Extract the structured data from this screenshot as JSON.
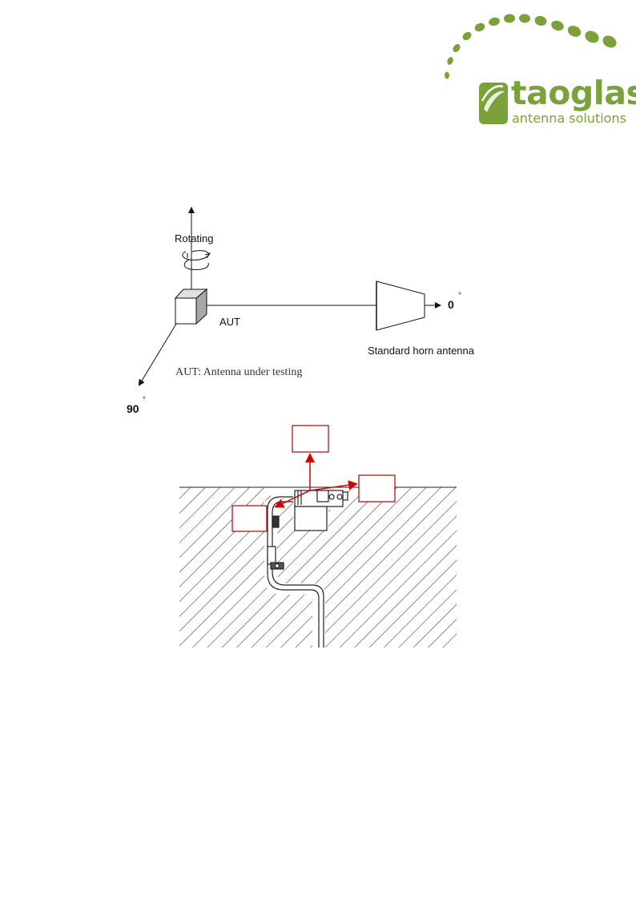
{
  "logo": {
    "word": "taoglas",
    "tagline": "antenna solutions",
    "brand_color": "#7aa13a"
  },
  "diagram1": {
    "rotating_label": "Rotating",
    "aut_label": "AUT",
    "zero_deg_label": "0",
    "ninety_deg_label": "90",
    "degree_symbol": "°",
    "horn_label": "Standard horn antenna",
    "caption": "AUT: Antenna under testing"
  },
  "diagram2": {
    "callout_color": "#d40000",
    "hatch_color": "#444444"
  }
}
